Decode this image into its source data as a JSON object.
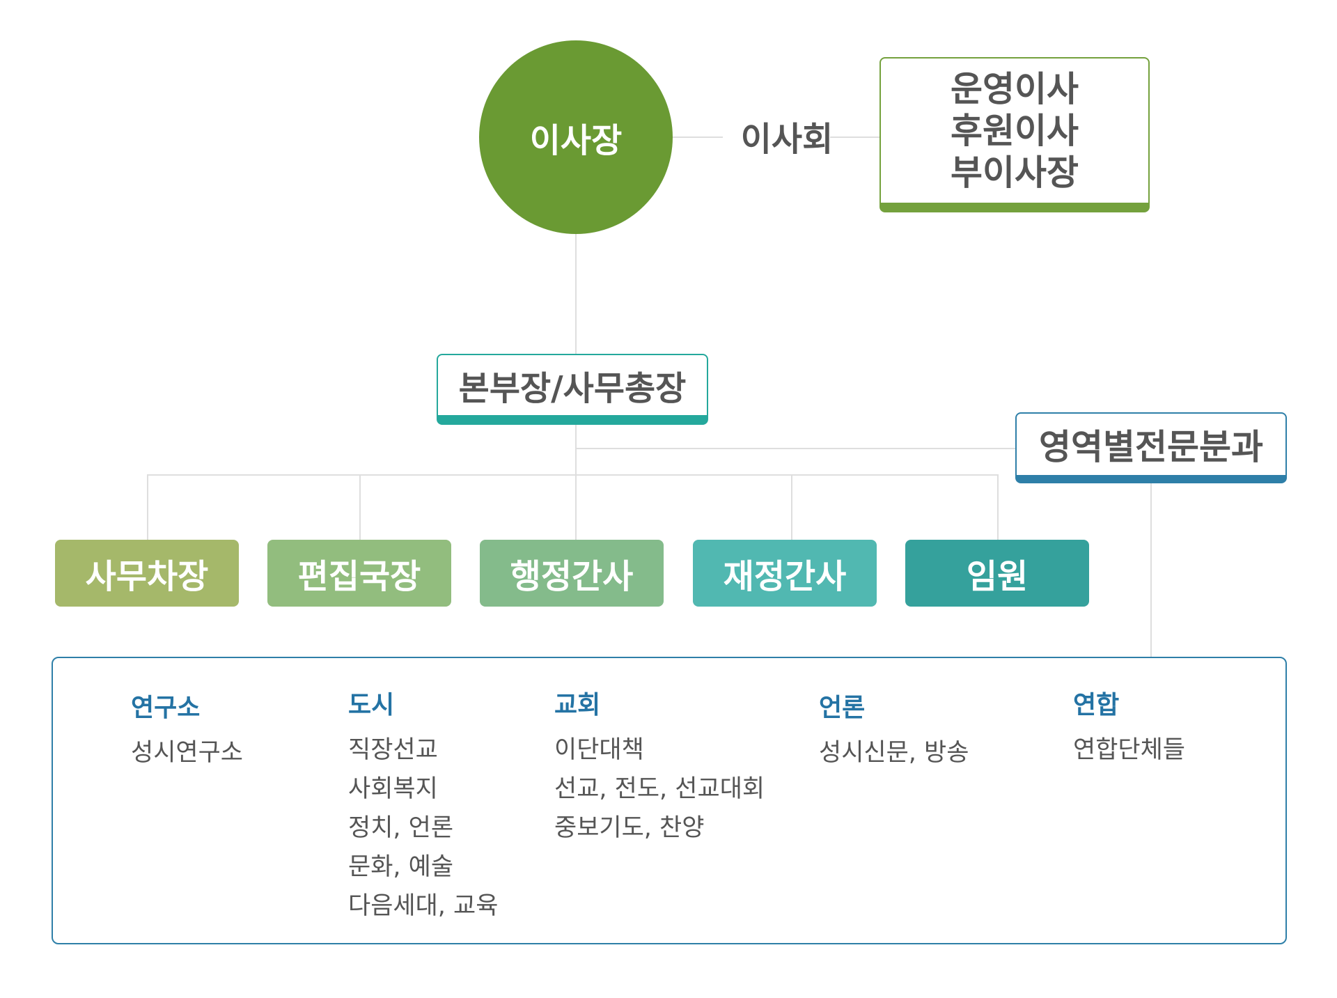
{
  "top": {
    "chairman": "이사장",
    "board_label": "이사회",
    "board_roles": [
      "운영이사",
      "후원이사",
      "부이사장"
    ],
    "accent": "#6a9a33"
  },
  "director": {
    "title": "본부장/사무총장",
    "accent": "#24a89c"
  },
  "specialty": {
    "title": "영역별전문분과",
    "accent": "#2e7fa8"
  },
  "departments": [
    {
      "label": "사무차장",
      "color": "#a5b86a"
    },
    {
      "label": "편집국장",
      "color": "#92bd7e"
    },
    {
      "label": "행정간사",
      "color": "#84bb8b"
    },
    {
      "label": "재정간사",
      "color": "#51b8b1"
    },
    {
      "label": "임원",
      "color": "#35a19c"
    }
  ],
  "areas": [
    {
      "title": "연구소",
      "items": [
        "성시연구소"
      ]
    },
    {
      "title": "도시",
      "items": [
        "직장선교",
        "사회복지",
        "정치, 언론",
        "문화, 예술",
        "다음세대, 교육"
      ]
    },
    {
      "title": "교회",
      "items": [
        "이단대책",
        "선교, 전도, 선교대회",
        "중보기도, 찬양"
      ]
    },
    {
      "title": "언론",
      "items": [
        "성시신문, 방송"
      ]
    },
    {
      "title": "연합",
      "items": [
        "연합단체들"
      ]
    }
  ]
}
